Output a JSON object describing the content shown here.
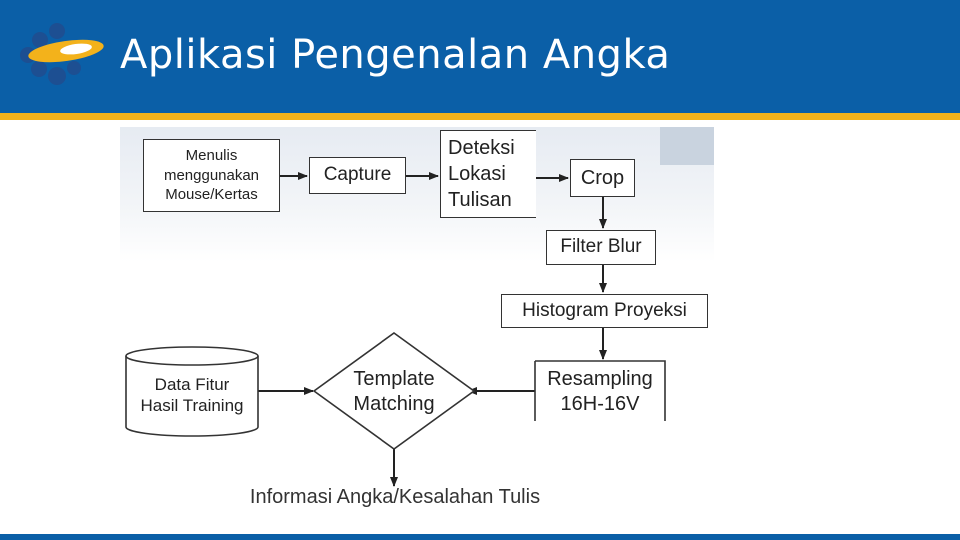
{
  "slide": {
    "title": "Aplikasi Pengenalan Angka"
  },
  "colors": {
    "header": "#0b5fa7",
    "accent_line": "#f3b21b",
    "logo_yellow": "#f3b21b",
    "logo_blue": "#1d4f92"
  },
  "diagram": {
    "nodes": {
      "menulis": "Menulis\nmenggunakan\nMouse/Kertas",
      "capture": "Capture",
      "deteksi": "Deteksi\nLokasi\nTulisan",
      "crop": "Crop",
      "filter_blur": "Filter Blur",
      "histogram": "Histogram Proyeksi",
      "resampling": "Resampling\n16H-16V",
      "template": "Template\nMatching",
      "data_fitur": "Data Fitur\nHasil Training"
    },
    "output_label": "Informasi Angka/Kesalahan Tulis"
  }
}
